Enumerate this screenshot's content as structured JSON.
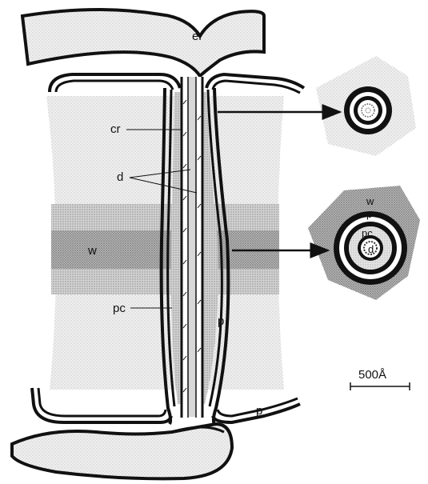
{
  "labels": {
    "er": "er",
    "cr": "cr",
    "d": "d",
    "w": "w",
    "pc": "pc",
    "p_inner": "p",
    "p_outer": "p"
  },
  "cross_section_labels": {
    "w": "w",
    "p": "p",
    "pc": "pc",
    "d": "d"
  },
  "scale_bar": {
    "label": "500Å"
  },
  "colors": {
    "light_stipple": "#e9e9e9",
    "mid_stipple": "#c9c9c9",
    "dark_stipple": "#a8a8a8",
    "membrane": "#111111",
    "background": "#ffffff"
  }
}
